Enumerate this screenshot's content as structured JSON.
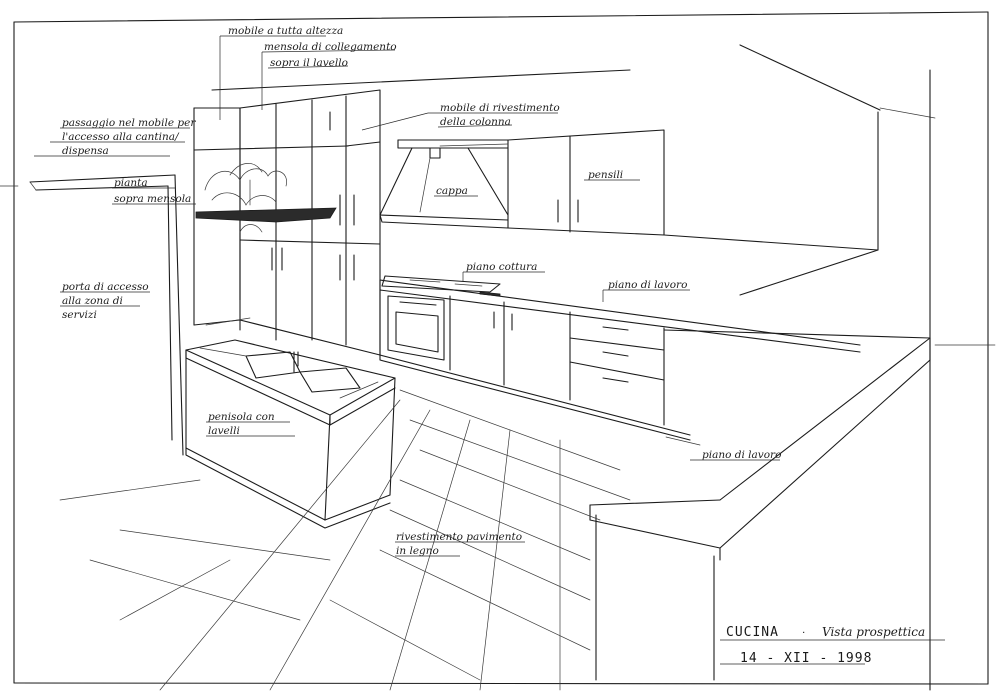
{
  "labels": {
    "mobile_tutta_altezza": "mobile a tutta altezza",
    "mensola_1": "mensola di collegamento",
    "mensola_2": "sopra il lavello",
    "rivestimento_col_1": "mobile di rivestimento",
    "rivestimento_col_2": "della colonna",
    "passaggio_1": "passaggio nel mobile per",
    "passaggio_2": "l'accesso alla cantina/",
    "passaggio_3": "dispensa",
    "pianta_1": "pianta",
    "pianta_2": "sopra mensola",
    "cappa": "cappa",
    "pensili": "pensili",
    "piano_cottura": "piano cottura",
    "piano_lavoro_1": "piano di lavoro",
    "piano_lavoro_2": "piano di lavoro",
    "porta_1": "porta di accesso",
    "porta_2": "alla zona di",
    "porta_3": "servizi",
    "penisola_1": "penisola con",
    "penisola_2": "lavelli",
    "pavimento_1": "rivestimento pavimento",
    "pavimento_2": "in legno"
  },
  "title_block": {
    "title": "CUCINA",
    "separator": "·",
    "subtitle": "Vista prospettica",
    "date": "14 - XII - 1998"
  }
}
